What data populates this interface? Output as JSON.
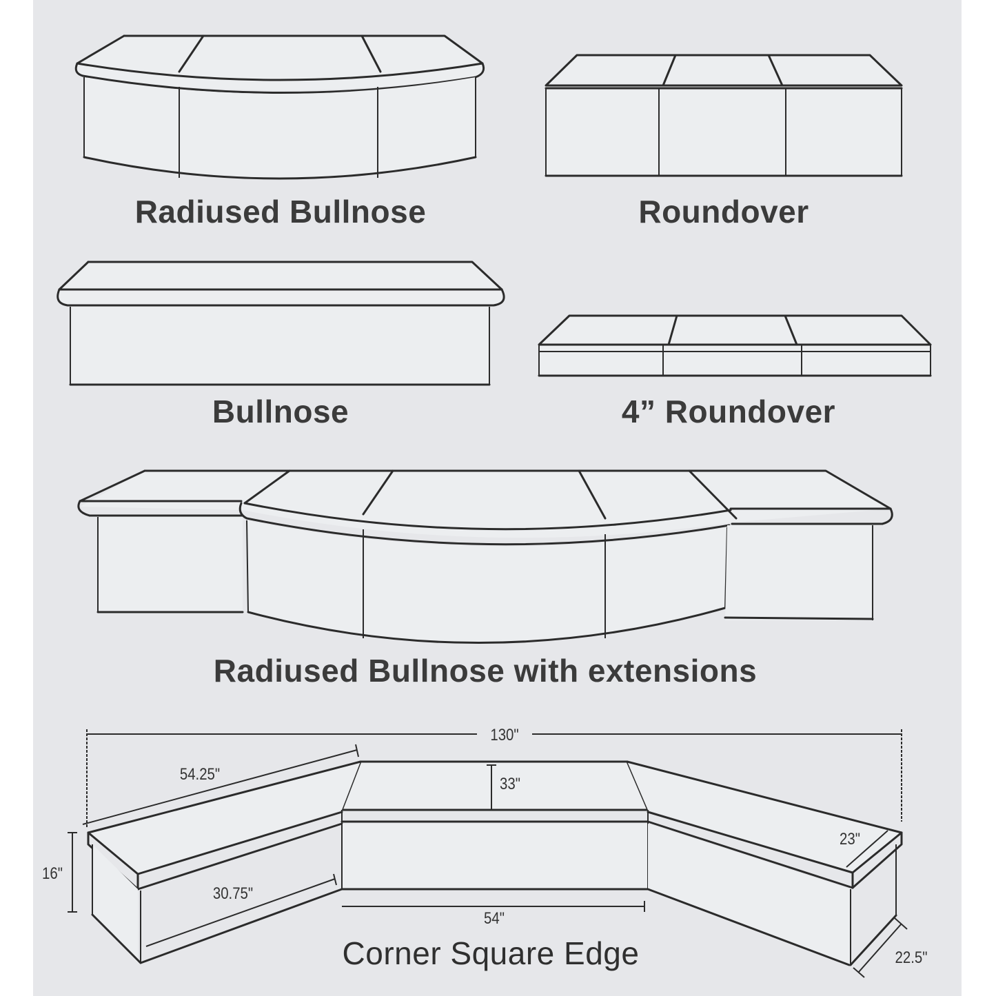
{
  "colors": {
    "background": "#ffffff",
    "panel": "#e6e7ea",
    "line": "#2b2b2b",
    "text": "#3b3b3b"
  },
  "figures": [
    {
      "id": "radiused-bullnose",
      "caption": "Radiused Bullnose"
    },
    {
      "id": "roundover",
      "caption": "Roundover"
    },
    {
      "id": "bullnose",
      "caption": "Bullnose"
    },
    {
      "id": "four-inch-roundover",
      "caption": "4” Roundover"
    },
    {
      "id": "radiused-bullnose-extensions",
      "caption": "Radiused Bullnose with extensions"
    },
    {
      "id": "corner-square-edge",
      "caption": "Corner Square Edge",
      "dimensions": {
        "overall_width": "130\"",
        "left_top_length": "54.25\"",
        "center_depth": "33\"",
        "height": "16\"",
        "left_front_length": "30.75\"",
        "center_front_length": "54\"",
        "right_depth": "23\"",
        "right_end_width": "22.5\""
      }
    }
  ]
}
